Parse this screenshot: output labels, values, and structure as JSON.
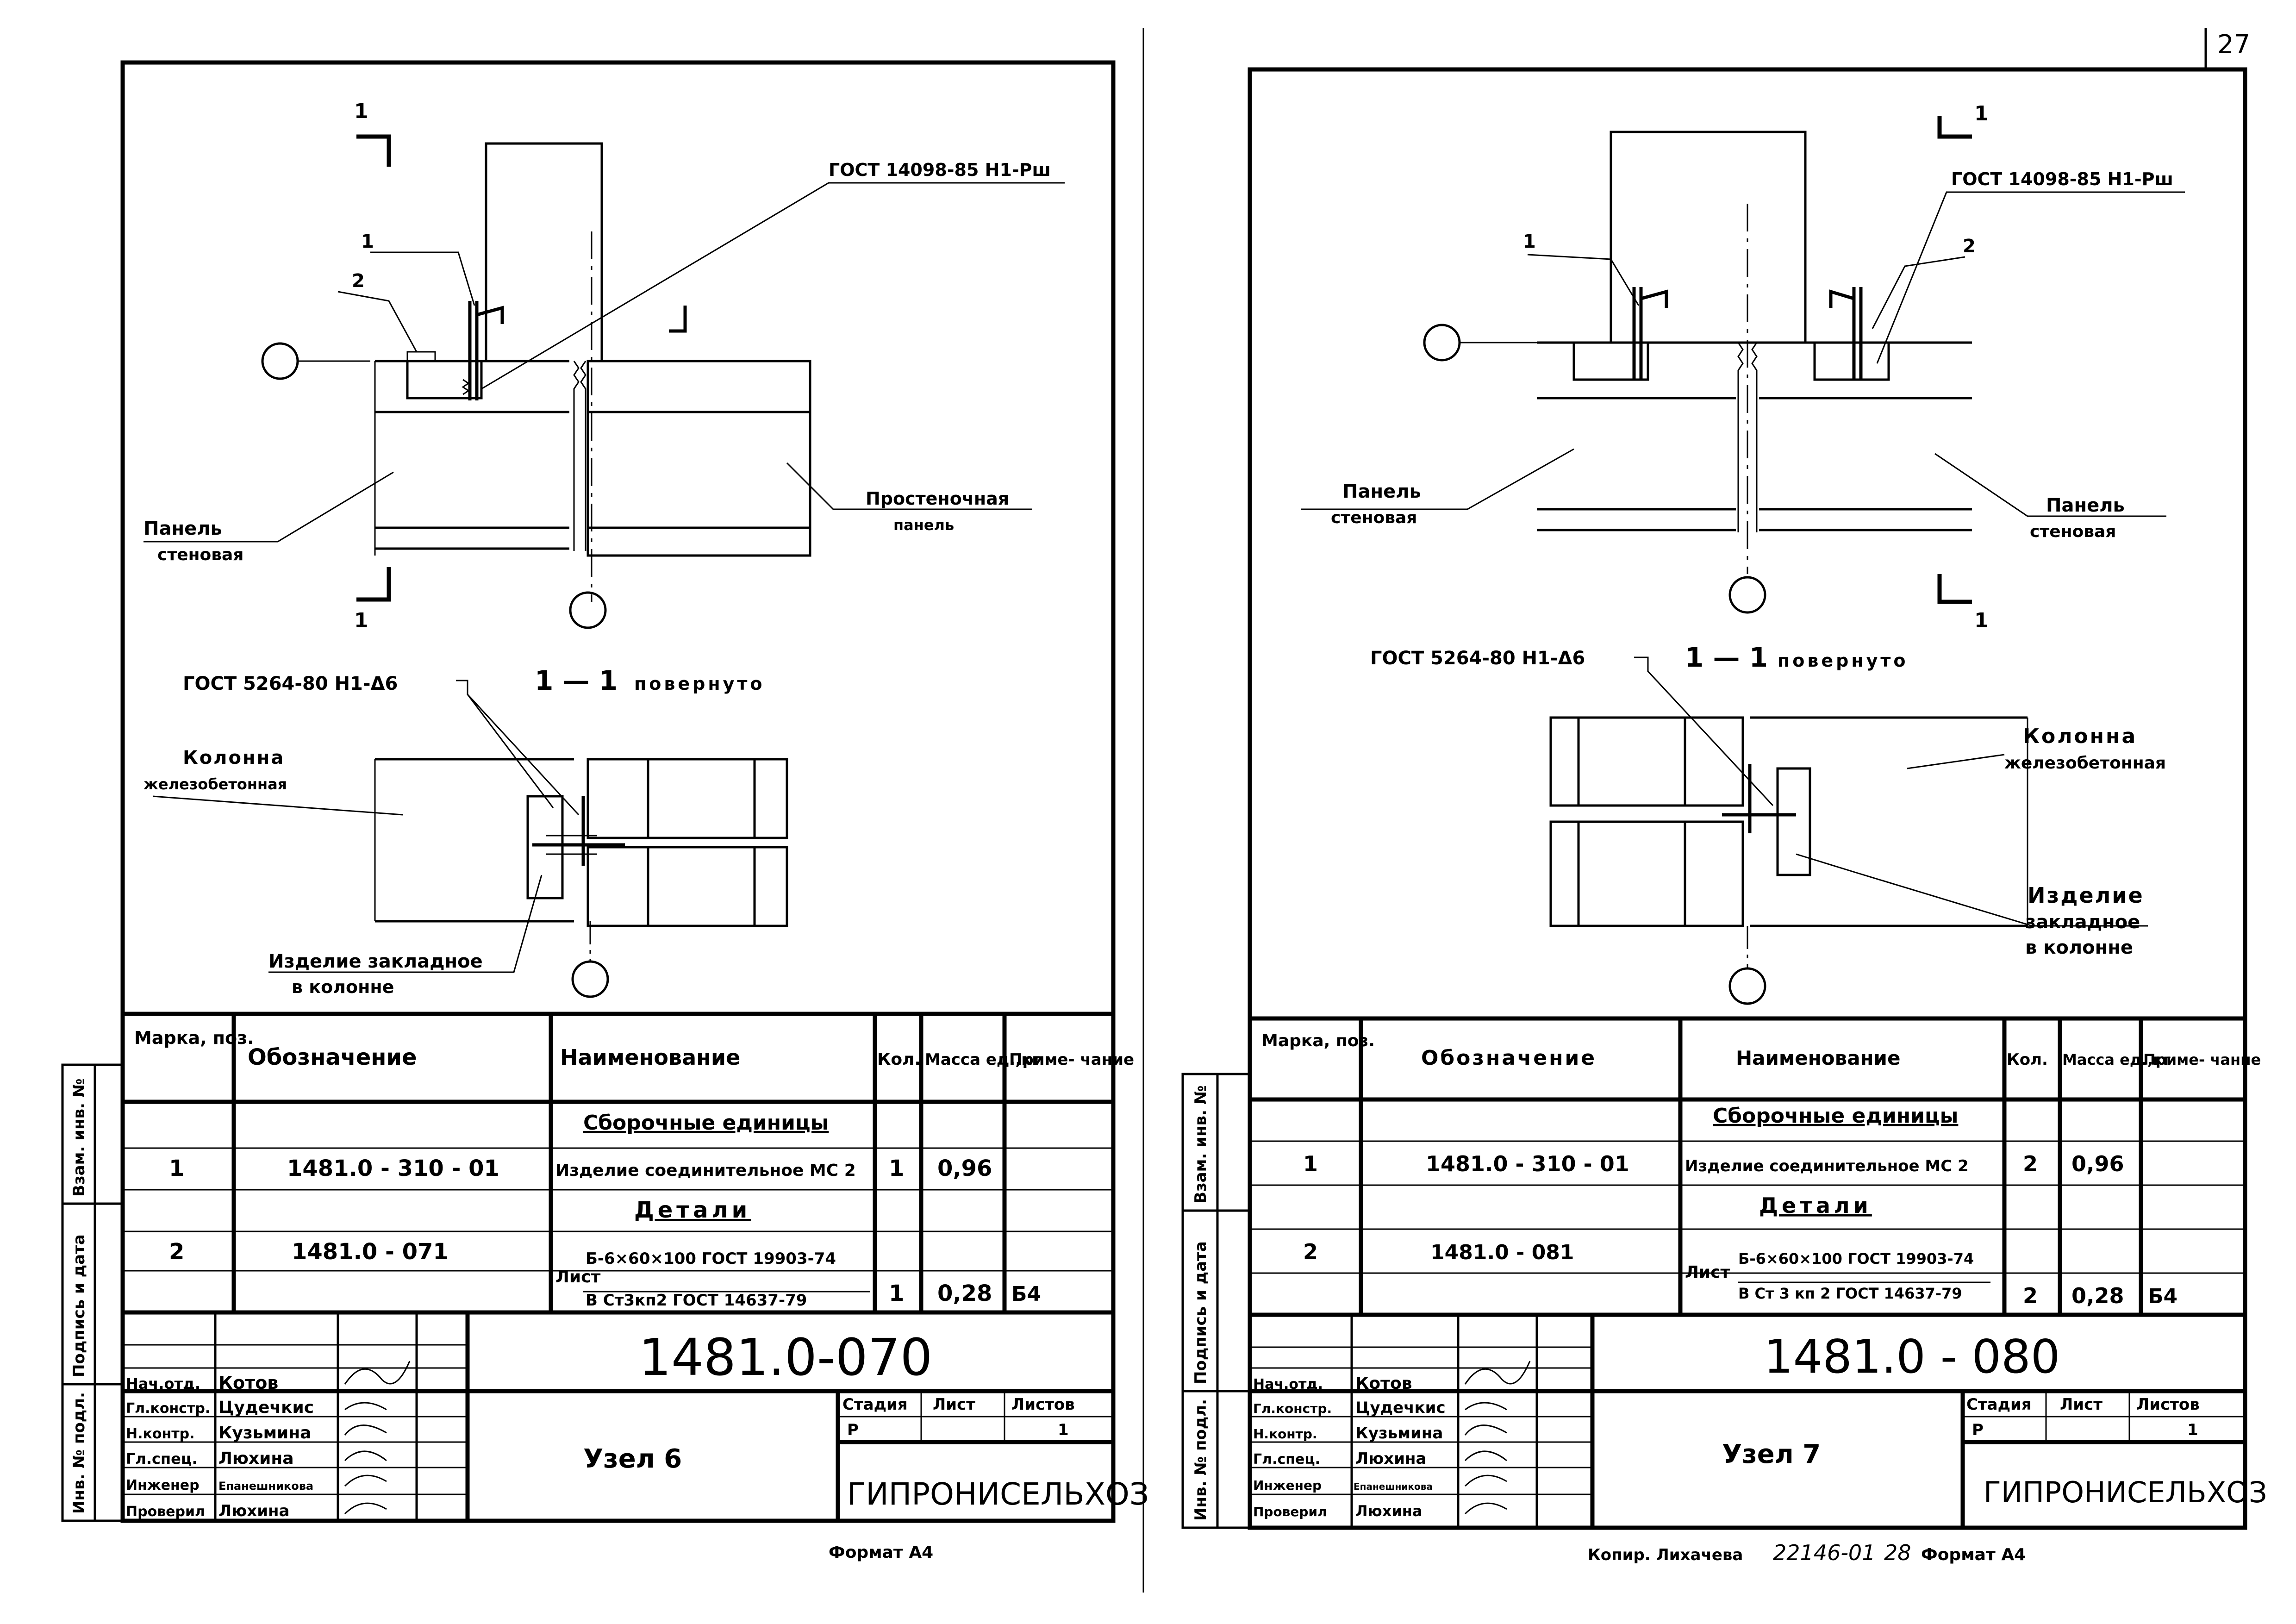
{
  "page_number": "27",
  "left": {
    "labels": {
      "section_mark": "1",
      "gost_bolt": "ГОСТ 14098-85 Н1-Рш",
      "pos1": "1",
      "pos2": "2",
      "panel_wall_1": "Панель",
      "panel_wall_2": "стеновая",
      "panel_pier_1": "Простеночная",
      "panel_pier_2": "панель",
      "gost_weld": "ГОСТ 5264-80 Н1-Δ6",
      "section_title_num": "1 — 1",
      "section_title_word": "повернуто",
      "column_1": "Колонна",
      "column_2": "железобетонная",
      "embed_1": "Изделие закладное",
      "embed_2": "в колонне"
    },
    "spec": {
      "headers": {
        "mark": "Марка, поз.",
        "designation": "Обозначение",
        "name": "Наименование",
        "qty": "Кол.",
        "mass": "Масса ед.,кг",
        "note": "Приме- чание"
      },
      "group_assembly": "Сборочные единицы",
      "group_details": "Детали",
      "row1": {
        "pos": "1",
        "designation": "1481.0 - 310 - 01",
        "name": "Изделие соединительное МС 2",
        "qty": "1",
        "mass": "0,96",
        "note": ""
      },
      "row2": {
        "pos": "2",
        "designation": "1481.0 - 071",
        "name_prefix": "Лист",
        "name_top": "Б-6×60×100 ГОСТ 19903-74",
        "name_bottom": "В Ст3кп2 ГОСТ 14637-79",
        "qty": "1",
        "mass": "0,28",
        "note": "Б4"
      }
    },
    "title_block": {
      "code": "1481.0-070",
      "node": "Узел 6",
      "org": "ГИПРОНИСЕЛЬХОЗ",
      "stage_label": "Стадия",
      "sheet_label": "Лист",
      "sheets_label": "Листов",
      "stage": "Р",
      "sheet": "",
      "sheets": "1",
      "roles": [
        "Нач.отд.",
        "Гл.констр.",
        "Н.контр.",
        "Гл.спец.",
        "Инженер",
        "Проверил"
      ],
      "names": [
        "Котов",
        "Цудечкис",
        "Кузьмина",
        "Люхина",
        "Епанешникова",
        "Люхина"
      ]
    },
    "margin_stamp": [
      "Инв. № подл.",
      "Подпись и дата",
      "Взам. инв. №"
    ],
    "format": "Формат А4"
  },
  "right": {
    "labels": {
      "section_mark": "1",
      "gost_bolt": "ГОСТ 14098-85 Н1-Рш",
      "pos1": "1",
      "pos2": "2",
      "panel_left_1": "Панель",
      "panel_left_2": "стеновая",
      "panel_right_1": "Панель",
      "panel_right_2": "стеновая",
      "gost_weld": "ГОСТ 5264-80 Н1-Δ6",
      "section_title_num": "1 — 1",
      "section_title_word": "повернуто",
      "column_1": "Колонна",
      "column_2": "железобетонная",
      "embed_1": "Изделие",
      "embed_2": "закладное",
      "embed_3": "в колонне"
    },
    "spec": {
      "headers": {
        "mark": "Марка, поз.",
        "designation": "Обозначение",
        "name": "Наименование",
        "qty": "Кол.",
        "mass": "Масса ед.,кг",
        "note": "Приме- чание"
      },
      "group_assembly": "Сборочные единицы",
      "group_details": "Детали",
      "row1": {
        "pos": "1",
        "designation": "1481.0 - 310 - 01",
        "name": "Изделие соединительное МС 2",
        "qty": "2",
        "mass": "0,96",
        "note": ""
      },
      "row2": {
        "pos": "2",
        "designation": "1481.0 - 081",
        "name_prefix": "Лист",
        "name_top": "Б-6×60×100 ГОСТ 19903-74",
        "name_bottom": "В Ст 3 кп 2 ГОСТ 14637-79",
        "qty": "2",
        "mass": "0,28",
        "note": "Б4"
      }
    },
    "title_block": {
      "code": "1481.0 - 080",
      "node": "Узел 7",
      "org": "ГИПРОНИСЕЛЬХОЗ",
      "stage_label": "Стадия",
      "sheet_label": "Лист",
      "sheets_label": "Листов",
      "stage": "Р",
      "sheet": "",
      "sheets": "1",
      "roles": [
        "Нач.отд.",
        "Гл.констр.",
        "Н.контр.",
        "Гл.спец.",
        "Инженер",
        "Проверил"
      ],
      "names": [
        "Котов",
        "Цудечкис",
        "Кузьмина",
        "Люхина",
        "Епанешникова",
        "Люхина"
      ]
    },
    "margin_stamp": [
      "Инв. № подл.",
      "Подпись и дата",
      "Взам. инв. №"
    ],
    "copy": "Копир. Лихачева",
    "order": "22146-01",
    "order_num": "28",
    "format": "Формат А4"
  }
}
